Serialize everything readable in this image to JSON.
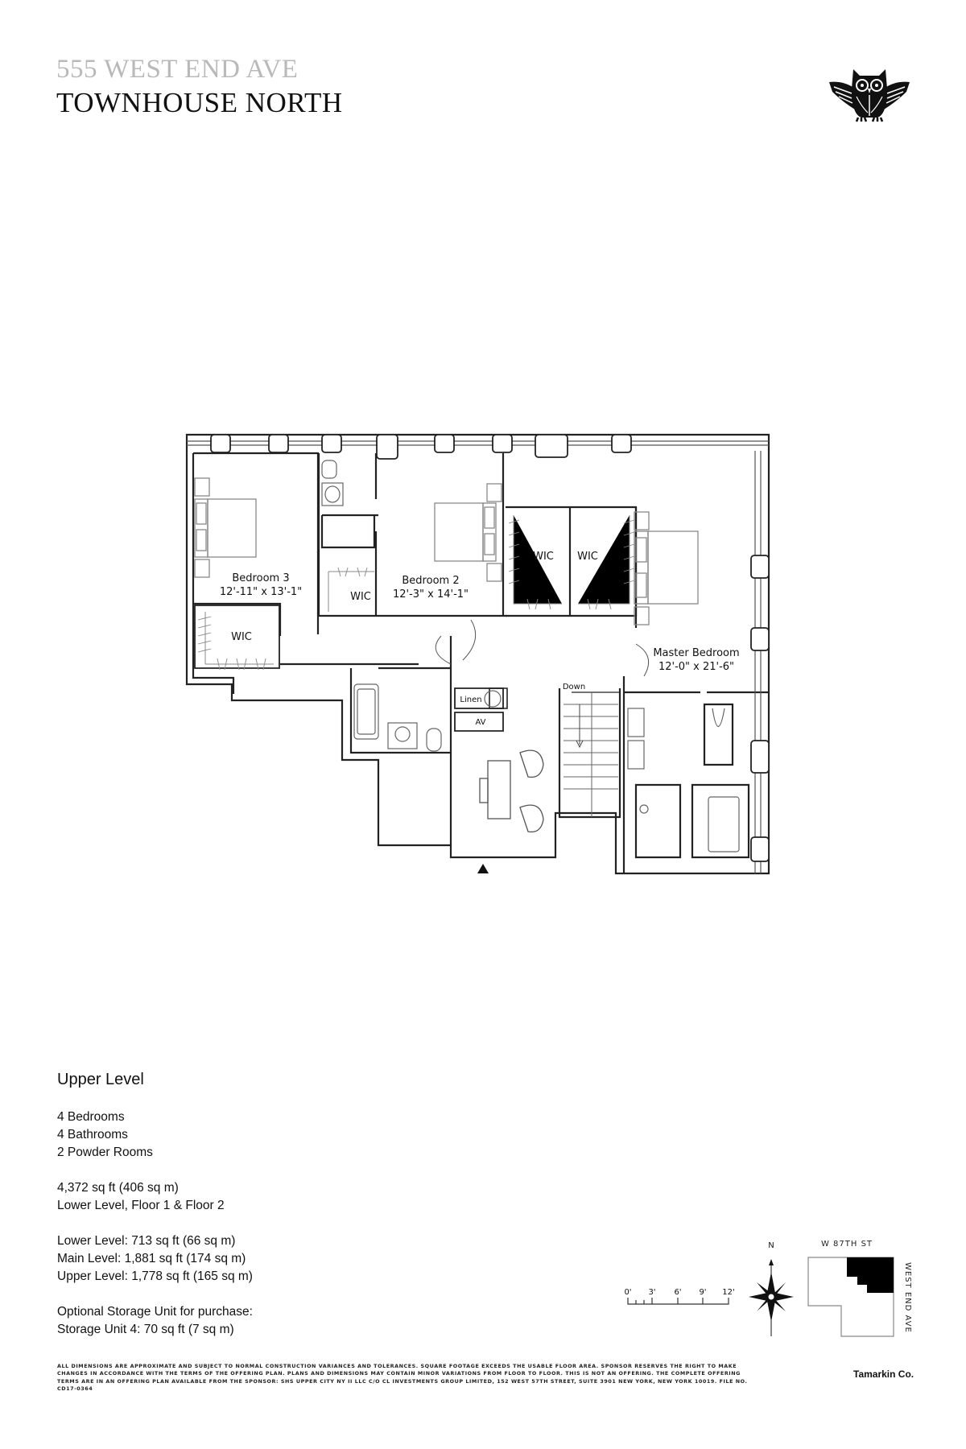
{
  "header": {
    "address": "555 WEST END AVE",
    "unit_name": "TOWNHOUSE NORTH",
    "logo": "owl-logo-icon"
  },
  "floor_plan": {
    "level": "Upper Level",
    "rooms": [
      {
        "name": "Bedroom 3",
        "dimensions": "12'-11\" x 13'-1\""
      },
      {
        "name": "Bedroom 2",
        "dimensions": "12'-3\" x 14'-1\""
      },
      {
        "name": "Master Bedroom",
        "dimensions": "12'-0\" x 21'-6\""
      }
    ],
    "labels": {
      "wic": "WIC",
      "linen": "Linen",
      "av": "AV",
      "down": "Down"
    },
    "entry_marker": "entry-arrow-icon"
  },
  "info": {
    "heading": "Upper Level",
    "features": [
      "4 Bedrooms",
      "4 Bathrooms",
      "2 Powder Rooms"
    ],
    "total_area": "4,372 sq ft (406 sq m)",
    "floors": "Lower Level, Floor 1 & Floor 2",
    "levels": [
      "Lower Level: 713 sq ft (66 sq m)",
      "Main Level: 1,881 sq ft (174 sq m)",
      "Upper Level: 1,778 sq ft (165 sq m)"
    ],
    "storage_heading": "Optional Storage Unit for purchase:",
    "storage": "Storage Unit 4: 70 sq ft (7 sq m)"
  },
  "scale": {
    "ticks": [
      "0'",
      "3'",
      "6'",
      "9'",
      "12'"
    ]
  },
  "compass": {
    "north_label": "N"
  },
  "site_plan": {
    "street_top": "W 87TH ST",
    "street_right": "WEST END AVE"
  },
  "footer": {
    "disclaimer": "ALL DIMENSIONS ARE APPROXIMATE AND SUBJECT TO NORMAL CONSTRUCTION VARIANCES AND TOLERANCES. SQUARE FOOTAGE EXCEEDS THE USABLE FLOOR AREA. SPONSOR RESERVES THE RIGHT TO MAKE CHANGES IN ACCORDANCE WITH THE TERMS OF THE OFFERING PLAN. PLANS AND DIMENSIONS MAY CONTAIN MINOR VARIATIONS FROM FLOOR TO FLOOR. THIS IS NOT AN OFFERING. THE COMPLETE OFFERING TERMS ARE IN AN OFFERING PLAN AVAILABLE FROM THE SPONSOR: SHS UPPER CITY NY II LLC C/O CL INVESTMENTS GROUP LIMITED, 152 WEST 57TH STREET, SUITE 3901 NEW YORK, NEW YORK 10019. FILE NO. CD17-0364",
    "brand": "Tamarkin Co."
  },
  "colors": {
    "ink": "#111111",
    "wall": "#222222",
    "fixture": "#888888",
    "address_gray": "#b9b9b9"
  }
}
